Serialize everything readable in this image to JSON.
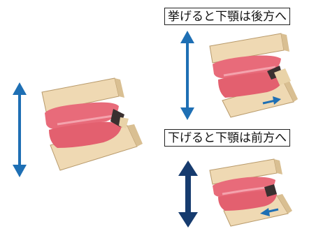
{
  "captions": {
    "raise": "挙げると下顎は後方へ",
    "lower": "下げると下顎は前方へ"
  },
  "colors": {
    "arrow_light": "#1e6fb4",
    "arrow_dark": "#163b6e",
    "base": "#efd9b3",
    "gum": "#e86b7a",
    "gum_dark": "#c8485a"
  },
  "icons": {
    "left_arrow": "double-headed-vertical-arrow",
    "raise_arrow": "double-headed-vertical-arrow",
    "lower_arrow": "double-headed-vertical-arrow-thick",
    "raise_direction": "right-arrow",
    "lower_direction": "left-arrow"
  }
}
